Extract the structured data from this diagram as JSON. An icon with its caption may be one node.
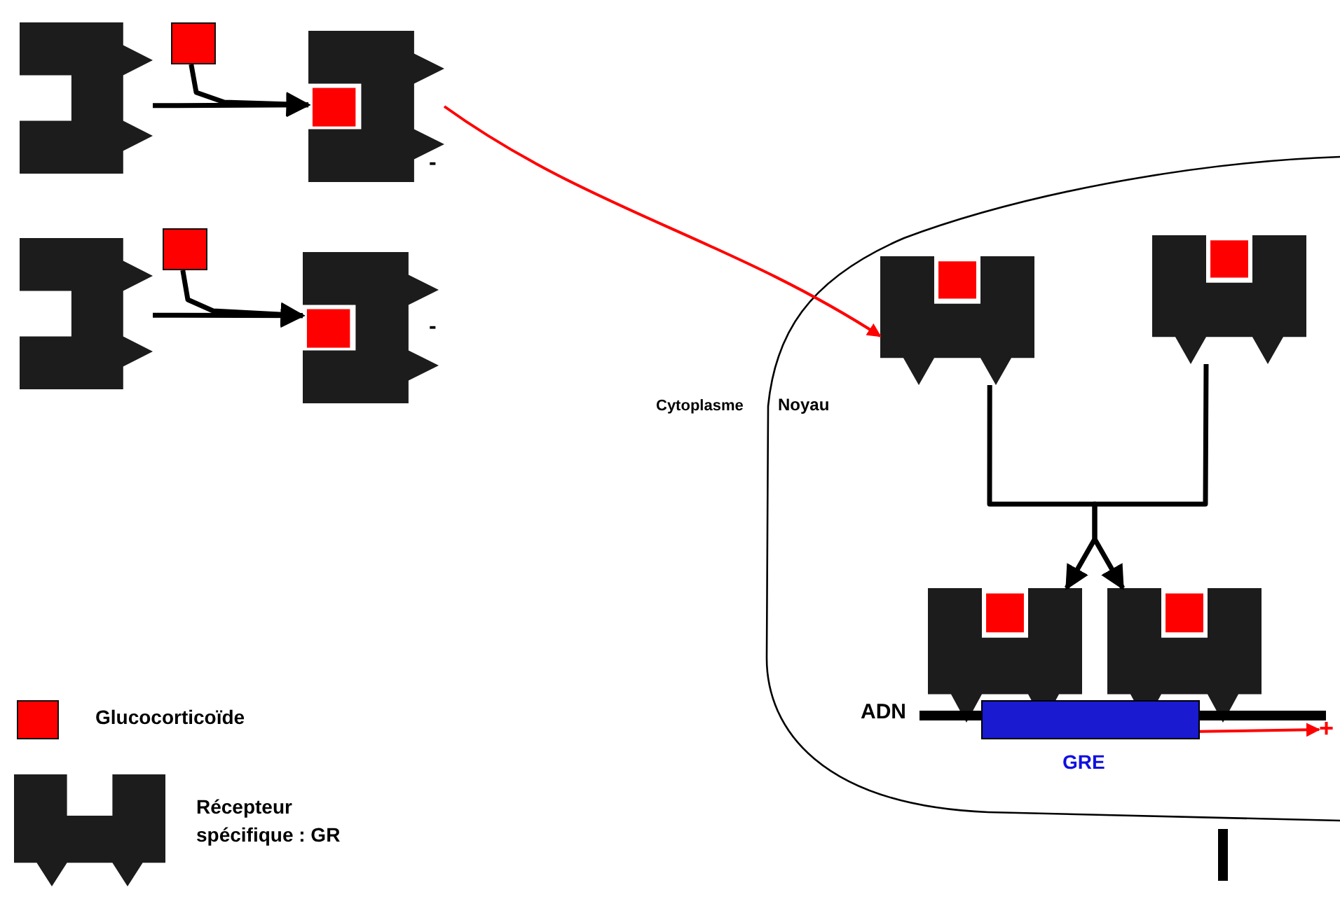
{
  "diagram": {
    "nodes": [
      {
        "text": [],
        "shape": "receptor"
      },
      {
        "text": [],
        "shape": "box"
      },
      {
        "text": [],
        "shape": "receptor"
      },
      {
        "text": [],
        "shape": "receptor"
      },
      {
        "text": [],
        "shape": "box"
      },
      {
        "text": [],
        "shape": "receptor"
      },
      {
        "text": [
          "Noyau"
        ]
      },
      {
        "text": [],
        "shape": "receptor",
        "in": 6
      },
      {
        "text": [],
        "shape": "receptor",
        "in": 6
      },
      {
        "text": [],
        "shape": "receptor",
        "in": 6
      },
      {
        "text": [],
        "shape": "receptor",
        "in": 6
      },
      {
        "text": [
          "ADN"
        ],
        "in": 6
      },
      {
        "text": [
          "GRE"
        ],
        "in": 11
      },
      {
        "text": [
          "+"
        ],
        "in": 6
      }
    ],
    "edges": [
      {
        "from": 0,
        "to": 2,
        "arrow": "to"
      },
      {
        "from": 1,
        "to": 2,
        "arrow": "to"
      },
      {
        "from": 3,
        "to": 5,
        "arrow": "to"
      },
      {
        "from": 4,
        "to": 5,
        "arrow": "to"
      },
      {
        "from": 2,
        "to": 7,
        "arrow": "to",
        "color": "#ff0000"
      },
      {
        "from": 7,
        "to": 9,
        "arrow": "to"
      },
      {
        "from": 8,
        "to": 10,
        "arrow": "to"
      },
      {
        "from": 12,
        "to": 13,
        "arrow": "to",
        "color": "#ff0000"
      }
    ],
    "labels": [
      "-",
      "-",
      "Cytoplasme"
    ],
    "legend": [
      {
        "text": "Glucocorticoïde",
        "color": "#ff0000"
      },
      {
        "text": "Récepteur spécifique : GR"
      }
    ]
  }
}
